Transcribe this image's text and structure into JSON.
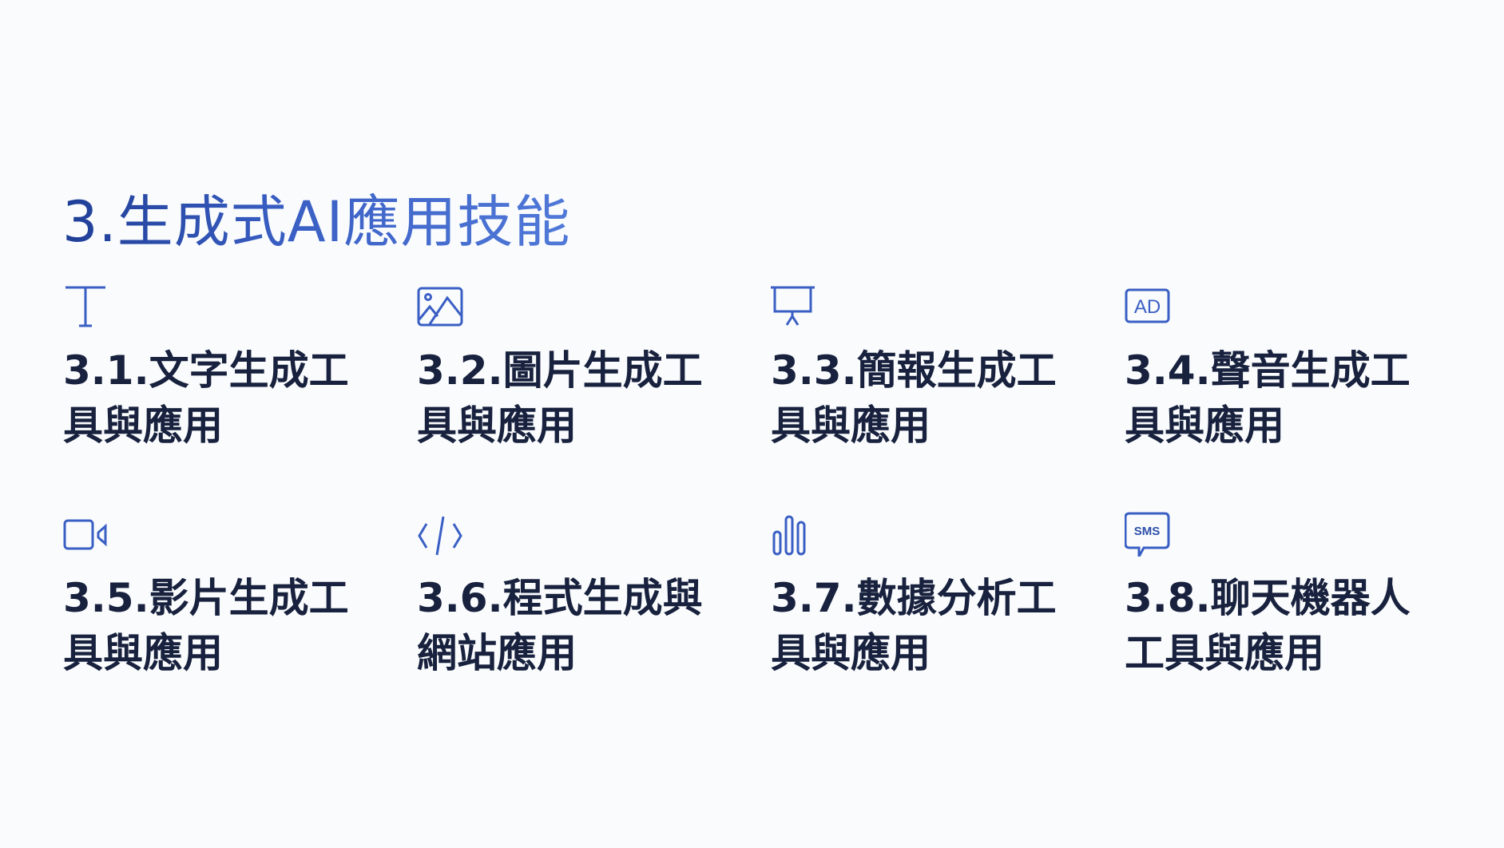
{
  "title": "3.生成式AI應用技能",
  "accent_color": "#3a5fc4",
  "items": [
    {
      "icon": "text-icon",
      "line1": "3.1.文字生成工",
      "line2": "具與應用"
    },
    {
      "icon": "image-icon",
      "line1": "3.2.圖片生成工",
      "line2": "具與應用"
    },
    {
      "icon": "presentation-icon",
      "line1": "3.3.簡報生成工",
      "line2": "具與應用"
    },
    {
      "icon": "ad-icon",
      "line1": "3.4.聲音生成工",
      "line2": "具與應用",
      "icon_text": "AD"
    },
    {
      "icon": "video-icon",
      "line1": "3.5.影片生成工",
      "line2": "具與應用"
    },
    {
      "icon": "code-icon",
      "line1": "3.6.程式生成與",
      "line2": "網站應用"
    },
    {
      "icon": "bar-chart-icon",
      "line1": "3.7.數據分析工",
      "line2": "具與應用"
    },
    {
      "icon": "sms-icon",
      "line1": "3.8.聊天機器人",
      "line2": "工具與應用",
      "icon_text": "SMS"
    }
  ]
}
